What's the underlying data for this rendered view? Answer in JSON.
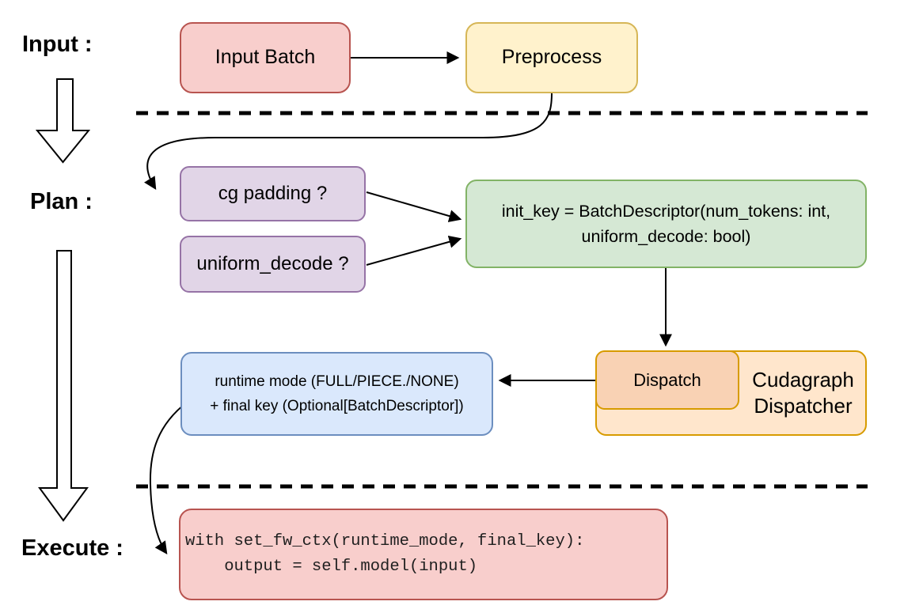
{
  "sections": {
    "input_label": "Input :",
    "plan_label": "Plan :",
    "execute_label": "Execute :"
  },
  "nodes": {
    "input_batch": {
      "label": "Input Batch"
    },
    "preprocess": {
      "label": "Preprocess"
    },
    "cg_padding": {
      "label": "cg padding ?"
    },
    "uniform_decode": {
      "label": "uniform_decode ?"
    },
    "init_key": {
      "line1": "init_key = BatchDescriptor(num_tokens: int,",
      "line2": "uniform_decode: bool)"
    },
    "dispatch": {
      "label": "Dispatch"
    },
    "cudagraph_dispatcher": {
      "line1": "Cudagraph",
      "line2": "Dispatcher"
    },
    "runtime_result": {
      "line1": "runtime mode (FULL/PIECE./NONE)",
      "line2": "+ final key (Optional[BatchDescriptor])"
    },
    "execute_code": {
      "line1": "with set_fw_ctx(runtime_mode, final_key):",
      "line2": "    output = self.model(input)"
    }
  },
  "colors": {
    "red_fill": "#F8CECC",
    "red_border": "#B85450",
    "yellow_fill": "#FFF2CC",
    "yellow_border": "#D6B656",
    "purple_fill": "#E1D5E7",
    "purple_border": "#9673A6",
    "green_fill": "#D5E8D4",
    "green_border": "#82B366",
    "orange_fill": "#FFE6CC",
    "orange_border": "#D79B00",
    "orange_inner_fill": "#F9D2B4",
    "blue_fill": "#DAE8FC",
    "blue_border": "#6C8EBF",
    "line": "#000000"
  }
}
